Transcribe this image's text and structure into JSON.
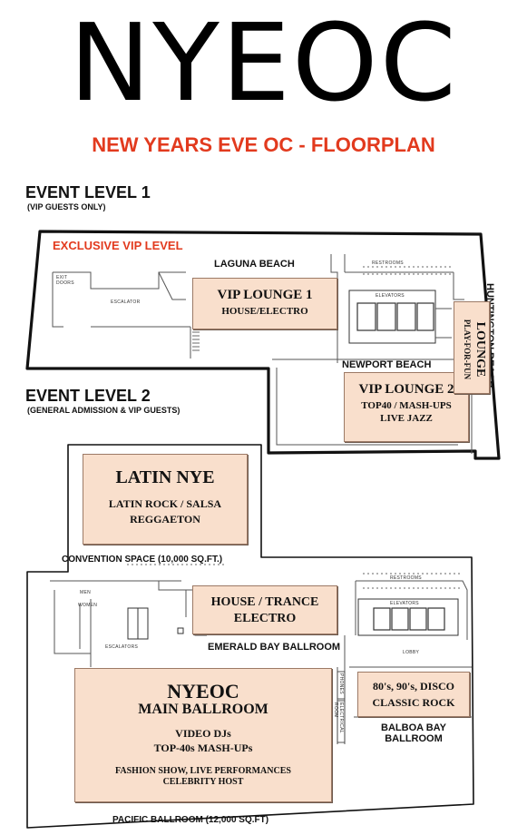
{
  "header": {
    "logo": "NYEOC",
    "subtitle": "NEW YEARS EVE OC - FLOORPLAN"
  },
  "level1": {
    "title": "EVENT LEVEL 1",
    "subtitle": "(VIP GUESTS ONLY)",
    "exclusive": "EXCLUSIVE VIP LEVEL",
    "laguna_beach": "LAGUNA BEACH",
    "newport_beach": "NEWPORT BEACH",
    "huntington_beach": "HUNTINGTON BEACH",
    "exit_doors": "EXIT DOORS",
    "escalator": "ESCALATOR",
    "restrooms": "RESTROOMS",
    "elevators": "ELEVATORS",
    "vip_lounge_1": {
      "name": "VIP LOUNGE 1",
      "genre": "HOUSE/ELECTRO"
    },
    "vip_lounge_2": {
      "name": "VIP LOUNGE 2",
      "line1": "TOP40 / MASH-UPS",
      "line2": "LIVE JAZZ"
    },
    "lounge": {
      "name": "LOUNGE",
      "sub": "PLAY-FOR-FUN"
    }
  },
  "level2": {
    "title": "EVENT LEVEL 2",
    "subtitle": "(GENERAL ADMISSION & VIP GUESTS)",
    "latin_nye": {
      "name": "LATIN NYE",
      "line1": "LATIN ROCK / SALSA",
      "line2": "REGGAETON"
    },
    "convention_space": "CONVENTION SPACE  (10,000 SQ.FT.)",
    "men": "MEN",
    "women": "WOMEN",
    "escalators": "ESCALATORS",
    "restrooms": "RESTROOMS",
    "elevators": "ELEVATORS",
    "lobby": "LOBBY",
    "house_trance": {
      "line1": "HOUSE  /  TRANCE",
      "line2": "ELECTRO"
    },
    "emerald_bay": "EMERALD BAY BALLROOM",
    "phones": "PHONES",
    "electrical_room": "ELECTRICAL ROOM",
    "main_ballroom": {
      "name": "NYEOC",
      "sub": "MAIN BALLROOM",
      "line1": "VIDEO DJs",
      "line2": "TOP-40s  MASH-UPs",
      "line3": "FASHION SHOW, LIVE PERFORMANCES",
      "line4": "CELEBRITY HOST"
    },
    "disco": {
      "line1": "80's, 90's, DISCO",
      "line2": "CLASSIC ROCK"
    },
    "balboa_bay": {
      "line1": "BALBOA BAY",
      "line2": "BALLROOM"
    },
    "pacific_ballroom": "PACIFIC BALLROOM  (12,000 SQ.FT)"
  }
}
